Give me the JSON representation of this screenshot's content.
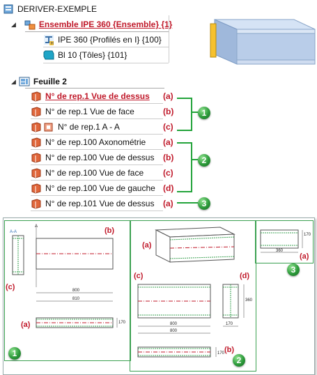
{
  "tree": {
    "root_label": "DERIVER-EXEMPLE",
    "assembly_label": "Ensemble IPE 360 {Ensemble} {1}",
    "child1_label": "IPE 360 {Profilés en I} {100}",
    "child2_label": "Bl 10 {Tôles} {101}"
  },
  "sheet": {
    "label": "Feuille 2",
    "views": [
      {
        "label": "N° de rep.1 Vue de dessus",
        "tag": "(a)"
      },
      {
        "label": "N° de rep.1 Vue de face",
        "tag": "(b)"
      },
      {
        "label": "N° de rep.1 A - A",
        "tag": "(c)"
      },
      {
        "label": "N° de rep.100 Axonométrie",
        "tag": "(a)"
      },
      {
        "label": "N° de rep.100 Vue de dessus",
        "tag": "(b)"
      },
      {
        "label": "N° de rep.100 Vue de face",
        "tag": "(c)"
      },
      {
        "label": "N° de rep.100 Vue de gauche",
        "tag": "(d)"
      },
      {
        "label": "N° de rep.101 Vue de dessus",
        "tag": "(a)"
      }
    ]
  },
  "groups": [
    "1",
    "2",
    "3"
  ],
  "drawing": {
    "p1": {
      "tag_b": "(b)",
      "tag_c": "(c)",
      "tag_a": "(a)",
      "dim_800": "800",
      "dim_810": "810",
      "dim_170": "170",
      "sec_a": "A",
      "sec_aa": "A-A",
      "badge": "1"
    },
    "p2": {
      "tag_a": "(a)",
      "tag_c": "(c)",
      "tag_d": "(d)",
      "tag_b": "(b)",
      "dim_800a": "800",
      "dim_800b": "800",
      "dim_360": "360",
      "dim_170a": "170",
      "dim_170b": "170",
      "badge": "2"
    },
    "p3": {
      "tag_a": "(a)",
      "dim_360": "360",
      "dim_170": "170",
      "badge": "3"
    }
  },
  "colors": {
    "accent_red": "#c0192a",
    "green": "#22a33a"
  }
}
